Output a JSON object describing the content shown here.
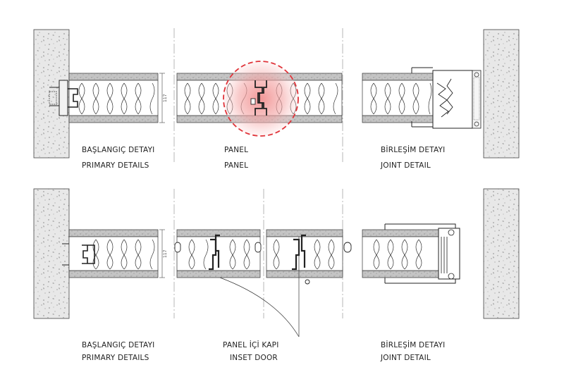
{
  "top": {
    "primary": {
      "tr": "BAŞLANGIÇ DETAYI",
      "en": "PRIMARY DETAILS"
    },
    "panel": {
      "tr": "PANEL",
      "en": "PANEL"
    },
    "joint": {
      "tr": "BİRLEŞİM DETAYI",
      "en": "JOINT DETAIL"
    },
    "dim": "117"
  },
  "bottom": {
    "primary": {
      "tr": "BAŞLANGIÇ DETAYI",
      "en": "PRIMARY DETAILS"
    },
    "door": {
      "tr": "PANEL İÇİ KAPI",
      "en": "INSET DOOR"
    },
    "joint": {
      "tr": "BİRLEŞİM DETAYI",
      "en": "JOINT DETAIL"
    },
    "dim": "117"
  },
  "colors": {
    "highlight": "#e0343a",
    "concrete": "#e6e6e6",
    "skin": "#bdbdbd"
  }
}
